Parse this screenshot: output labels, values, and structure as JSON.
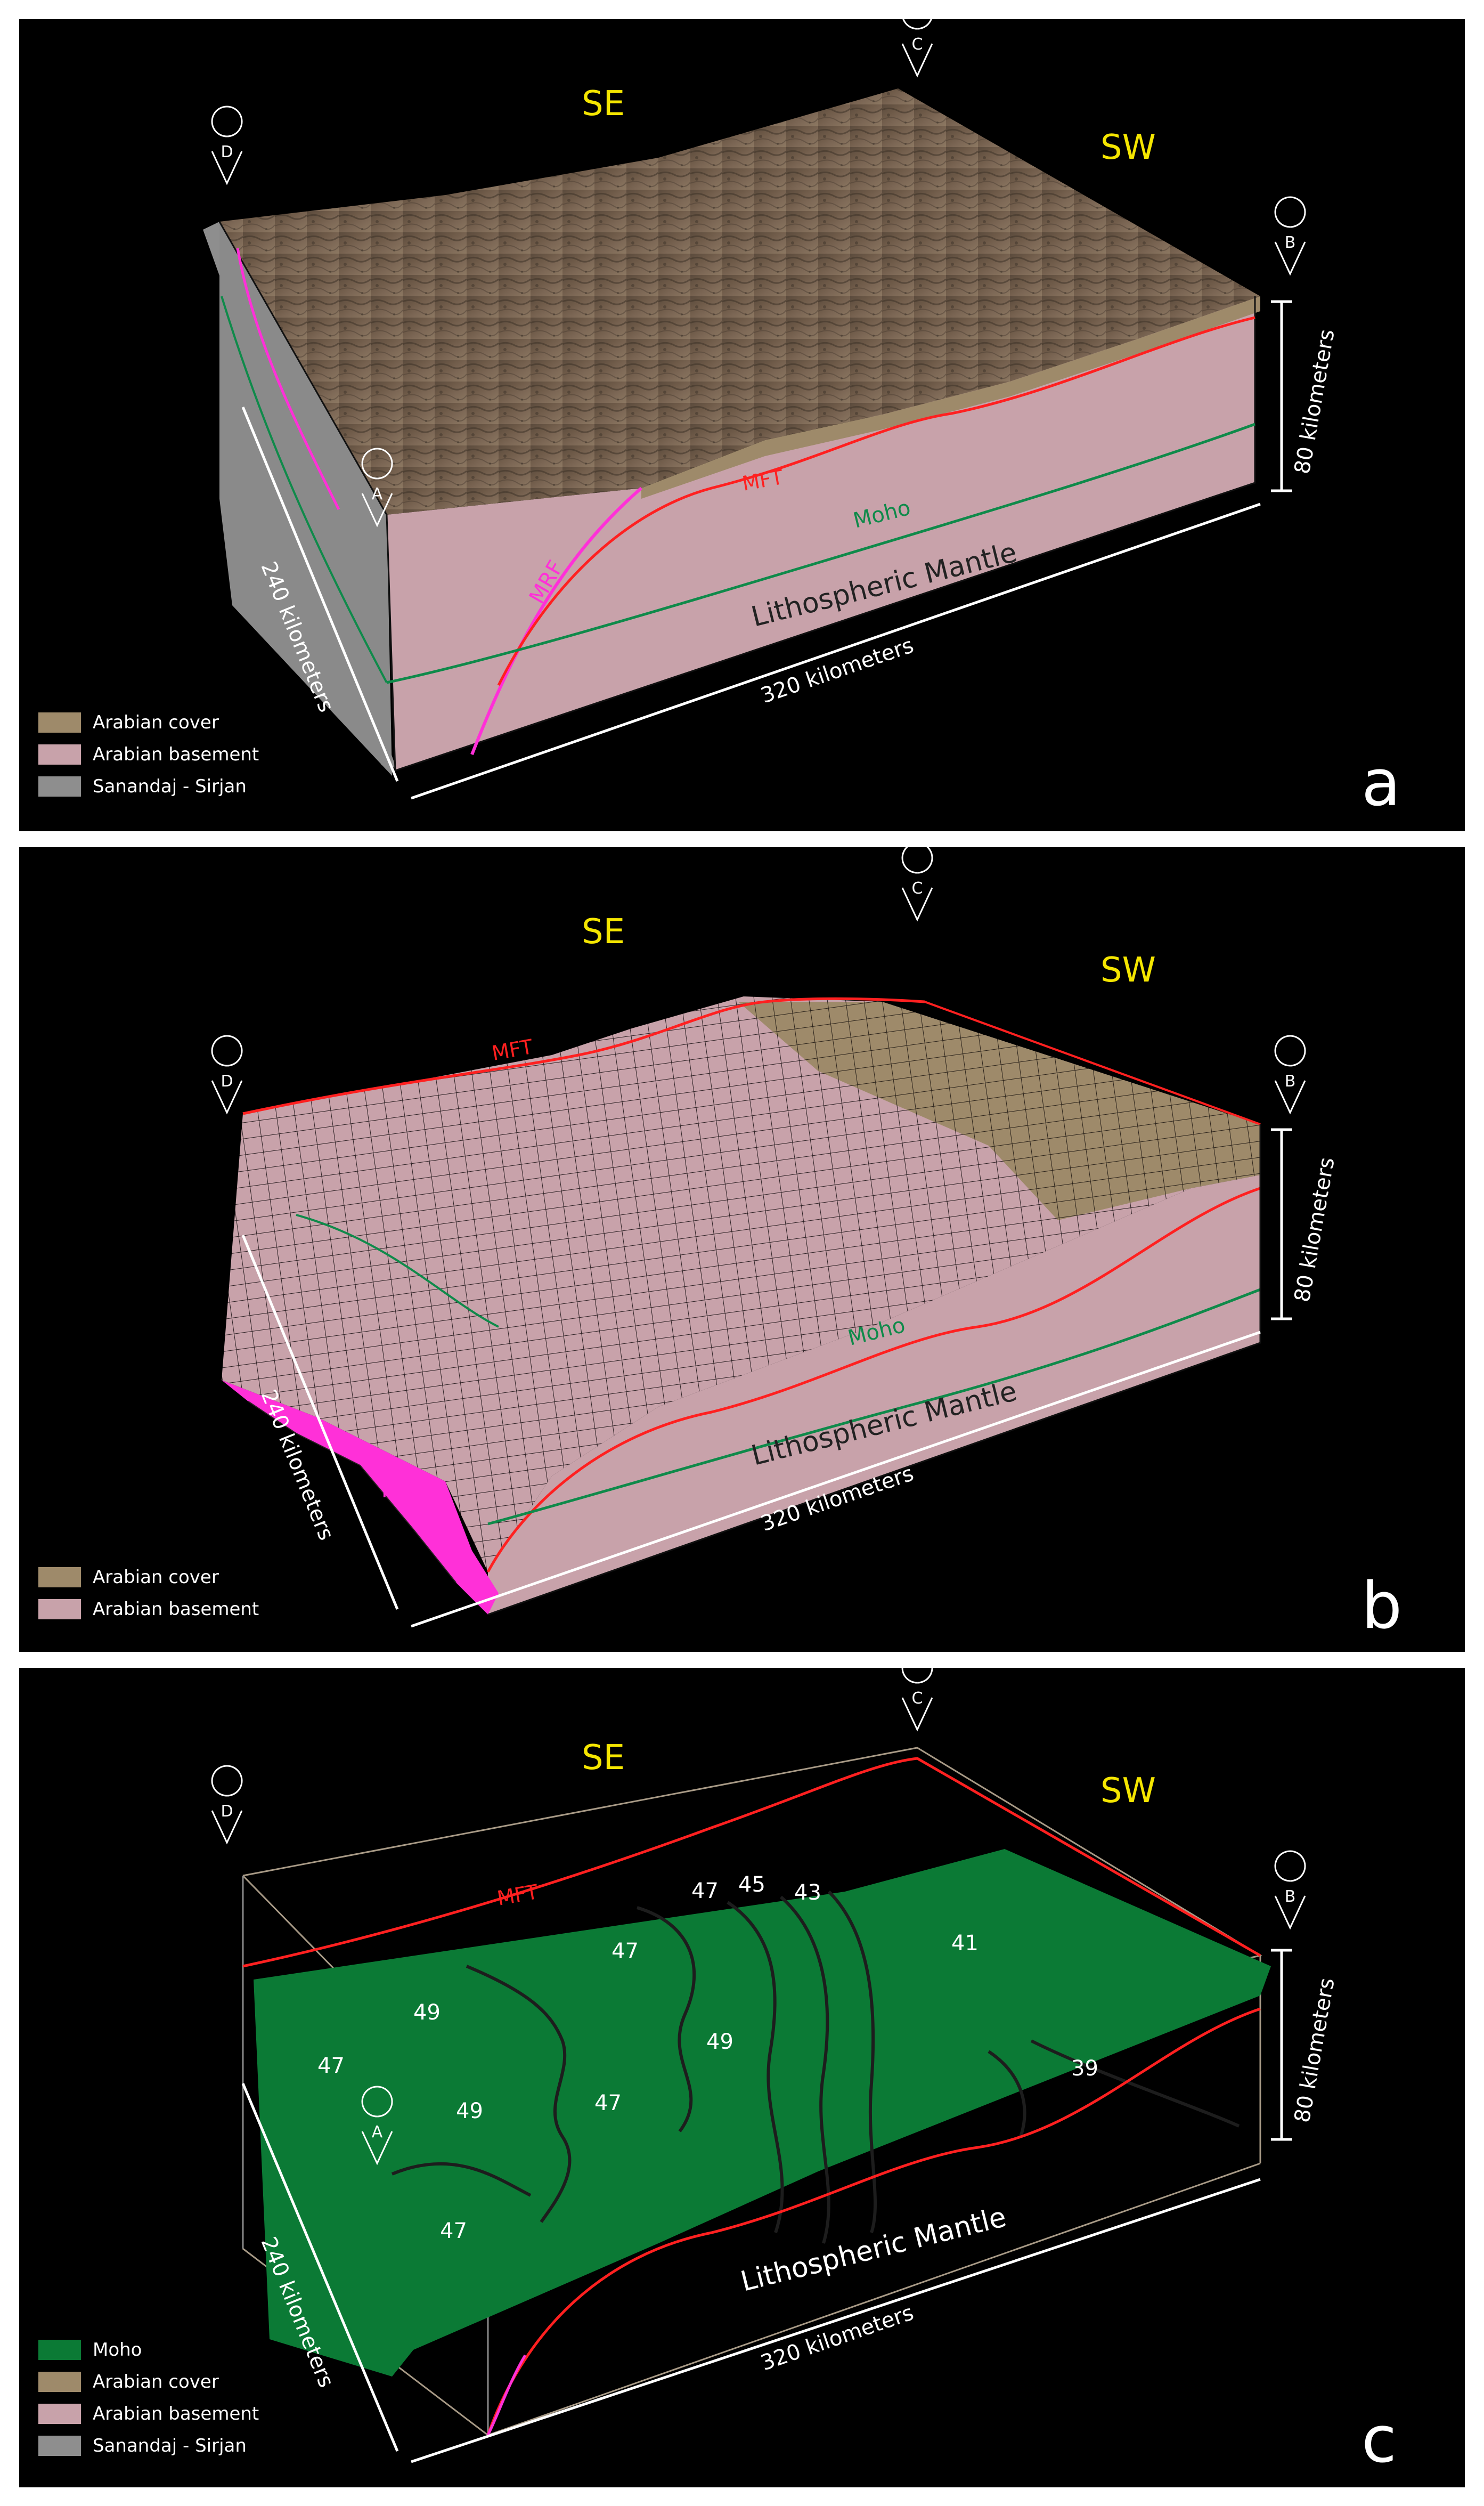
{
  "directions": {
    "se": "SE",
    "sw": "SW"
  },
  "markers": {
    "a": "A",
    "b": "B",
    "c": "C",
    "d": "D"
  },
  "dimensions": {
    "depth": "80 kilometers",
    "width": "240 kilometers",
    "length": "320 kilometers"
  },
  "labels": {
    "mft": "MFT",
    "moho": "Moho",
    "mrf": "MRF",
    "lith_mantle": "Lithospheric Mantle"
  },
  "panel_a": {
    "letter": "a",
    "legend": [
      {
        "label": "Arabian cover",
        "color": "#9e8a6a"
      },
      {
        "label": "Arabian basement",
        "color": "#c8a2aa"
      },
      {
        "label": "Sanandaj - Sirjan",
        "color": "#8e8e8e"
      }
    ]
  },
  "panel_b": {
    "letter": "b",
    "legend": [
      {
        "label": "Arabian cover",
        "color": "#9e8a6a"
      },
      {
        "label": "Arabian basement",
        "color": "#c8a2aa"
      }
    ]
  },
  "panel_c": {
    "letter": "c",
    "contours": [
      "47",
      "45",
      "43",
      "47",
      "41",
      "49",
      "49",
      "47",
      "39",
      "47",
      "49",
      "47"
    ],
    "legend": [
      {
        "label": "Moho",
        "color": "#0b7a35"
      },
      {
        "label": "Arabian cover",
        "color": "#9e8a6a"
      },
      {
        "label": "Arabian basement",
        "color": "#c8a2aa"
      },
      {
        "label": "Sanandaj - Sirjan",
        "color": "#8e8e8e"
      }
    ]
  },
  "colors": {
    "cover": "#9e8a6a",
    "basement": "#c8a2aa",
    "sanandaj": "#8e8e8e",
    "moho_surface": "#0b7a35",
    "mft": "#ff2020",
    "moho_line": "#0f8a4a",
    "mrf": "#ff30d8",
    "direction_text": "#f5e600"
  }
}
